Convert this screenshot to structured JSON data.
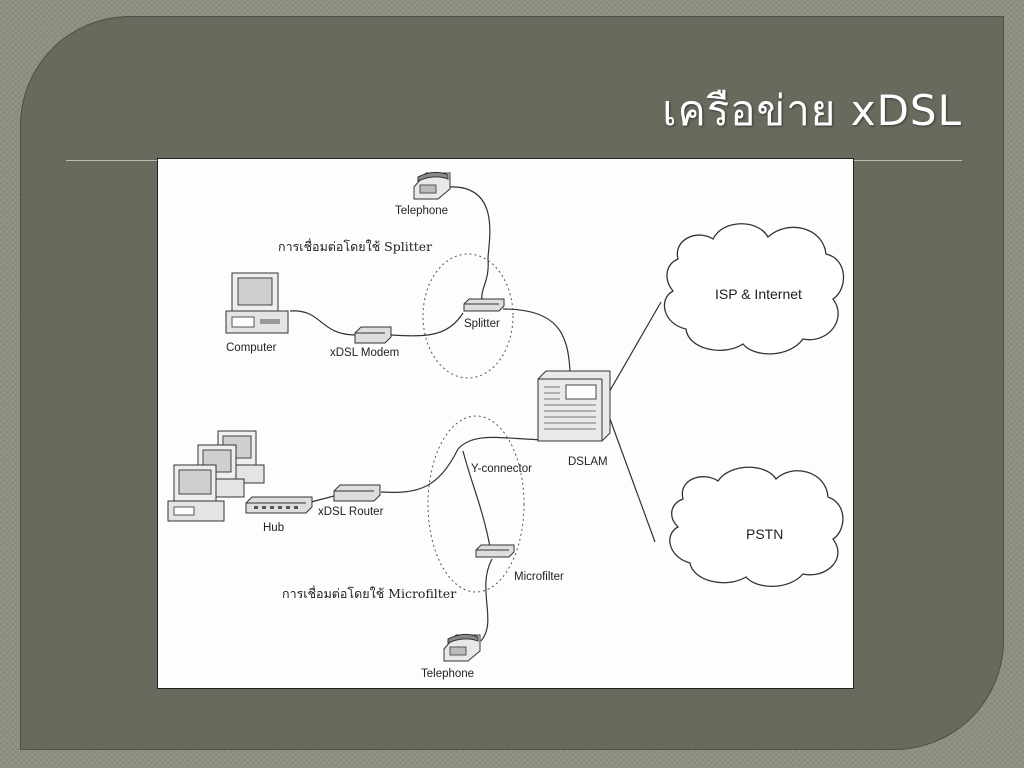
{
  "slide": {
    "title": "เครือข่าย xDSL",
    "colors": {
      "frame": "#666b5d",
      "background": "#8c9181",
      "rule": "#b9c2a9",
      "title": "#ffffff"
    }
  },
  "diagram": {
    "labels": {
      "telephone_top": "Telephone",
      "splitter_caption": "การเชื่อมต่อโดยใช้ Splitter",
      "computer": "Computer",
      "xdsl_modem": "xDSL Modem",
      "splitter": "Splitter",
      "isp_internet": "ISP & Internet",
      "dslam": "DSLAM",
      "y_connector": "Y-connector",
      "hub": "Hub",
      "xdsl_router": "xDSL Router",
      "pstn": "PSTN",
      "microfilter": "Microfilter",
      "microfilter_caption": "การเชื่อมต่อโดยใช้ Microfilter",
      "telephone_bottom": "Telephone"
    },
    "icons": [
      "telephone-icon",
      "computer-icon",
      "modem-icon",
      "splitter-icon",
      "dslam-icon",
      "cloud-icon",
      "hub-icon",
      "router-icon",
      "microfilter-icon"
    ]
  }
}
